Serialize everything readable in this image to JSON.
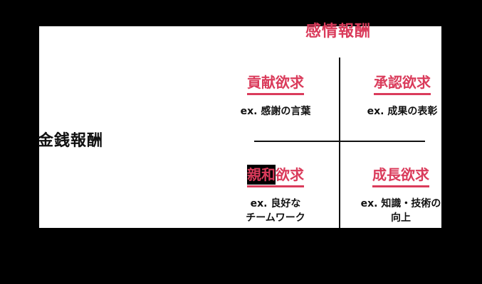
{
  "colors": {
    "accent": "#da3b5b",
    "ink": "#111111",
    "canvas_bg": "#ffffff",
    "outer_bg": "#000000"
  },
  "axes": {
    "vertical_label": "感情報酬",
    "horizontal_label": "金銭報酬"
  },
  "quadrants": {
    "top_left": {
      "title": "貢献欲求",
      "example": "ex. 感謝の言葉"
    },
    "top_right": {
      "title": "承認欲求",
      "example": "ex. 成果の表彰"
    },
    "bottom_left": {
      "title_highlight": "親和",
      "title_rest": "欲求",
      "example_line1": "ex. 良好な",
      "example_line2": "チームワーク"
    },
    "bottom_right": {
      "title": "成長欲求",
      "example_line1": "ex. 知識・技術の",
      "example_line2": "向上"
    }
  }
}
